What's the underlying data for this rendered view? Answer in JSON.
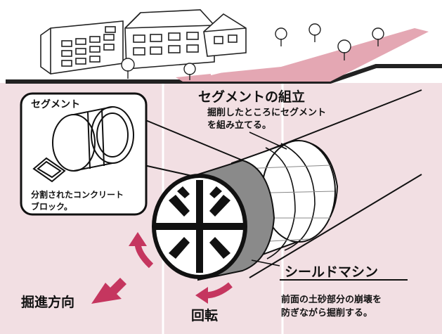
{
  "labels": {
    "segment_callout_title": "セグメント",
    "segment_callout_desc_1": "分割されたコンクリート",
    "segment_callout_desc_2": "ブロック。",
    "assembly_title": "セグメントの組立",
    "assembly_desc_1": "掘削したところにセグメント",
    "assembly_desc_2": "を組み立てる。",
    "machine_title": "シールドマシン",
    "machine_desc_1": "前面の土砂部分の崩壊を",
    "machine_desc_2": "防ぎながら掘削する。",
    "advance_direction": "掘進方向",
    "rotation": "回転"
  },
  "colors": {
    "ground": "#f2dfe3",
    "road": "#e4a7b3",
    "arrow": "#c5365f",
    "machine_body": "#8a8a8a",
    "outline": "#111111"
  }
}
